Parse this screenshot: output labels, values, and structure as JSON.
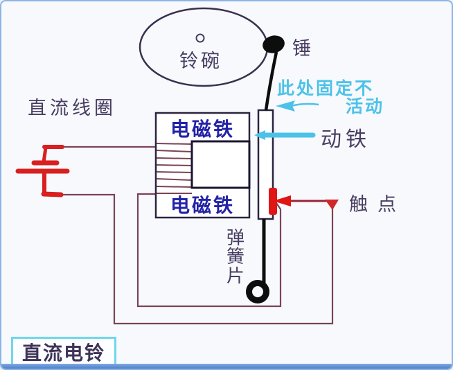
{
  "title_box": {
    "label": "直流电铃"
  },
  "parts": {
    "bell_bowl_label": "铃碗",
    "hammer_label": "锤",
    "dc_coil_label": "直流线圈",
    "electromagnet_top_label": "电磁铁",
    "electromagnet_bottom_label": "电磁铁",
    "moving_iron_label": "动铁",
    "contact_point_label": "触点",
    "spring_strip_label": "弹簧片"
  },
  "annotations": {
    "fixed_note_line1": "此处固定不",
    "fixed_note_line2": "活动"
  },
  "colors": {
    "background": "#f7f9fc",
    "frame_blue": "#8ab4e4",
    "bottom_bar_blue": "#4d7ec9",
    "label_dark_purple": "#483d62",
    "electromagnet_text_blue": "#2323a8",
    "annotation_cyan": "#4cc2e8",
    "wire_maroon": "#7a4455",
    "battery_red": "#d91f1f",
    "contact_red": "#e01515",
    "outline_dark": "#2b2440",
    "title_box_border_cyan": "#6fd7e9",
    "black_parts": "#111111"
  }
}
